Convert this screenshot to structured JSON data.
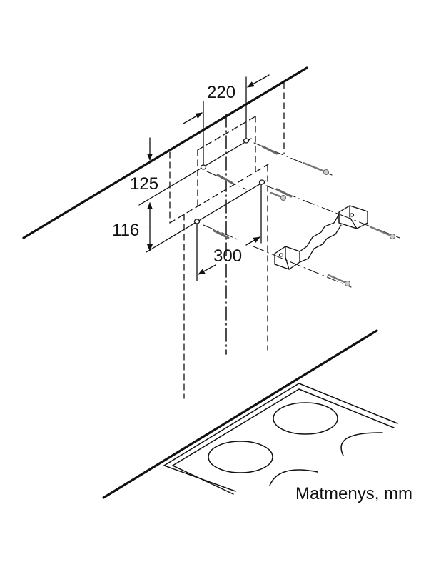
{
  "dimensions": {
    "horizontal_hole_spacing": "220",
    "ceiling_offset": "125",
    "vertical_hole_spacing": "116",
    "hood_width_reference": "300"
  },
  "caption": "Matmenys, mm",
  "colors": {
    "line": "#111111",
    "screw": "#888888"
  }
}
